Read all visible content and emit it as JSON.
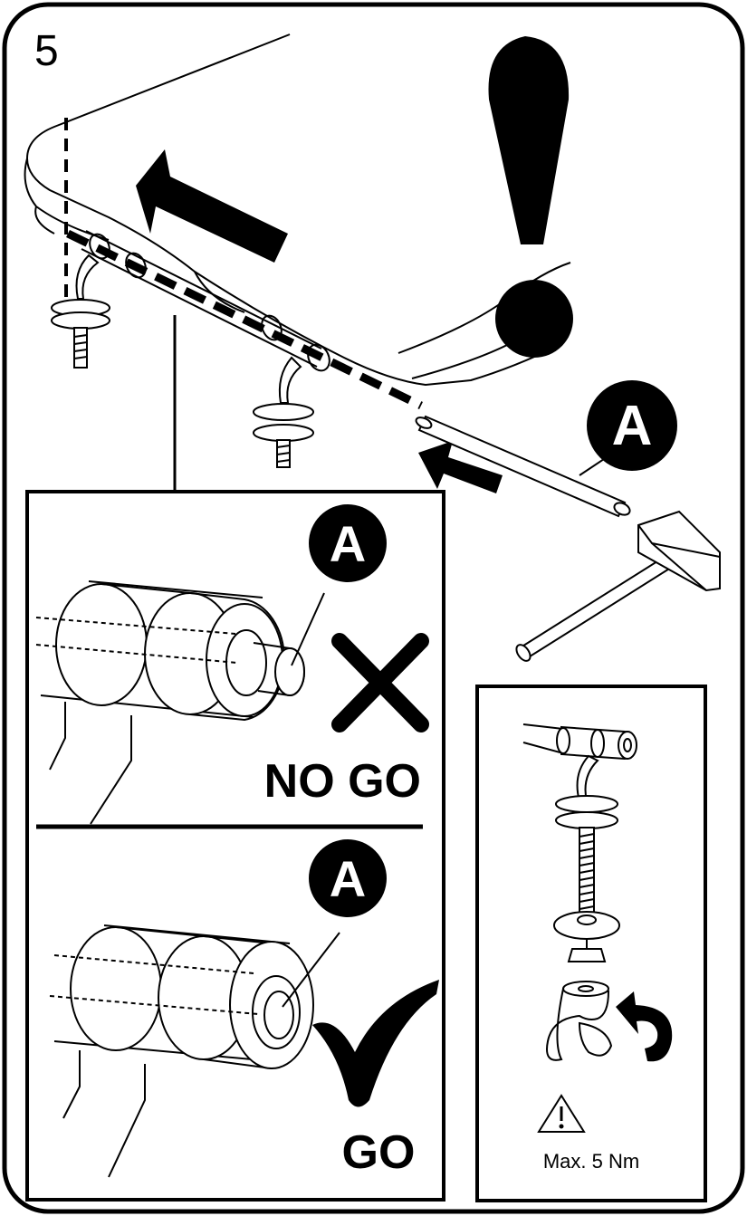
{
  "step": {
    "number": "5"
  },
  "part_label": "A",
  "panels": {
    "no_go": {
      "label": "NO GO",
      "symbol": "cross"
    },
    "go": {
      "label": "GO",
      "symbol": "check"
    },
    "torque": {
      "warning_icon": "warning-triangle-icon",
      "label": "Max. 5 Nm"
    }
  },
  "colors": {
    "ink": "#000000",
    "paper": "#ffffff"
  }
}
